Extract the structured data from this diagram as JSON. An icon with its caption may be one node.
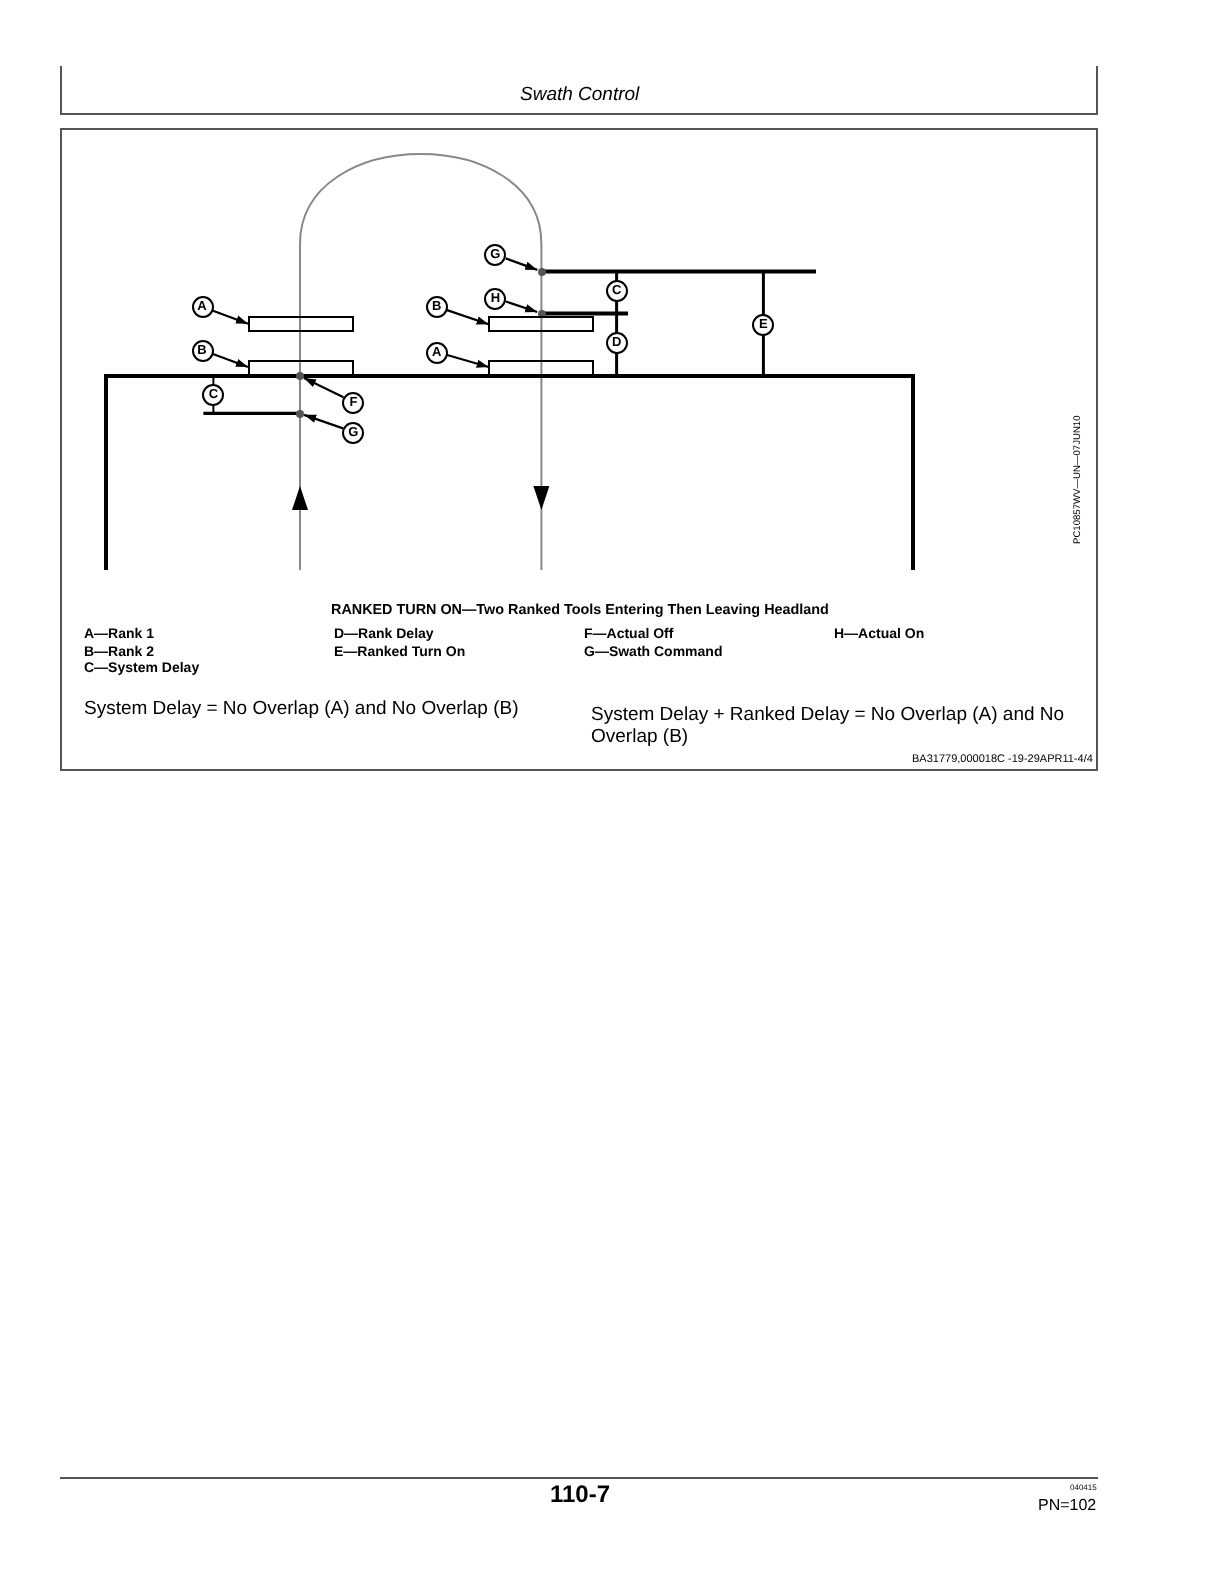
{
  "diagram": {
    "title": "Swath Control",
    "caption": "RANKED TURN ON—Two Ranked Tools Entering Then Leaving Headland",
    "nodes": [
      {
        "text": [
          "A"
        ]
      },
      {
        "text": [],
        "shape": "box"
      },
      {
        "text": [
          "B"
        ]
      },
      {
        "text": [],
        "shape": "box"
      },
      {
        "text": [
          "F"
        ]
      },
      {
        "text": [],
        "shape": "circle"
      },
      {
        "text": [
          "G"
        ]
      },
      {
        "text": [],
        "shape": "circle"
      },
      {
        "text": [
          "G"
        ]
      },
      {
        "text": [],
        "shape": "circle"
      },
      {
        "text": [
          "H"
        ]
      },
      {
        "text": [],
        "shape": "circle"
      },
      {
        "text": [
          "B"
        ]
      },
      {
        "text": [],
        "shape": "box"
      },
      {
        "text": [
          "A"
        ]
      },
      {
        "text": [],
        "shape": "box"
      },
      {
        "text": [
          "C"
        ]
      },
      {
        "text": [
          "E"
        ]
      },
      {
        "text": [
          "D"
        ]
      },
      {
        "text": [
          "C"
        ]
      }
    ],
    "edges": [
      {
        "from": 0,
        "to": 1,
        "arrow": "to"
      },
      {
        "from": 2,
        "to": 3,
        "arrow": "to"
      },
      {
        "from": 4,
        "to": 5,
        "arrow": "to"
      },
      {
        "from": 6,
        "to": 7,
        "arrow": "to"
      },
      {
        "from": 8,
        "to": 9,
        "arrow": "to"
      },
      {
        "from": 10,
        "to": 11,
        "arrow": "to"
      },
      {
        "from": 12,
        "to": 13,
        "arrow": "to"
      },
      {
        "from": 14,
        "to": 15,
        "arrow": "to"
      }
    ],
    "labels": [
      "PC10857WV—UN—07JUN10",
      "A—Rank 1",
      "D—Rank Delay",
      "F—Actual Off",
      "H—Actual On",
      "B—Rank 2",
      "E—Ranked Turn On",
      "G—Swath Command",
      "C—System Delay",
      "System Delay = No Overlap (A) and No Overlap (B)",
      "System Delay + Ranked Delay = No Overlap (A) and No Overlap (B)",
      "BA31779,000018C -19-29APR11-4/4",
      "110-7",
      "040415",
      "PN=102"
    ]
  }
}
